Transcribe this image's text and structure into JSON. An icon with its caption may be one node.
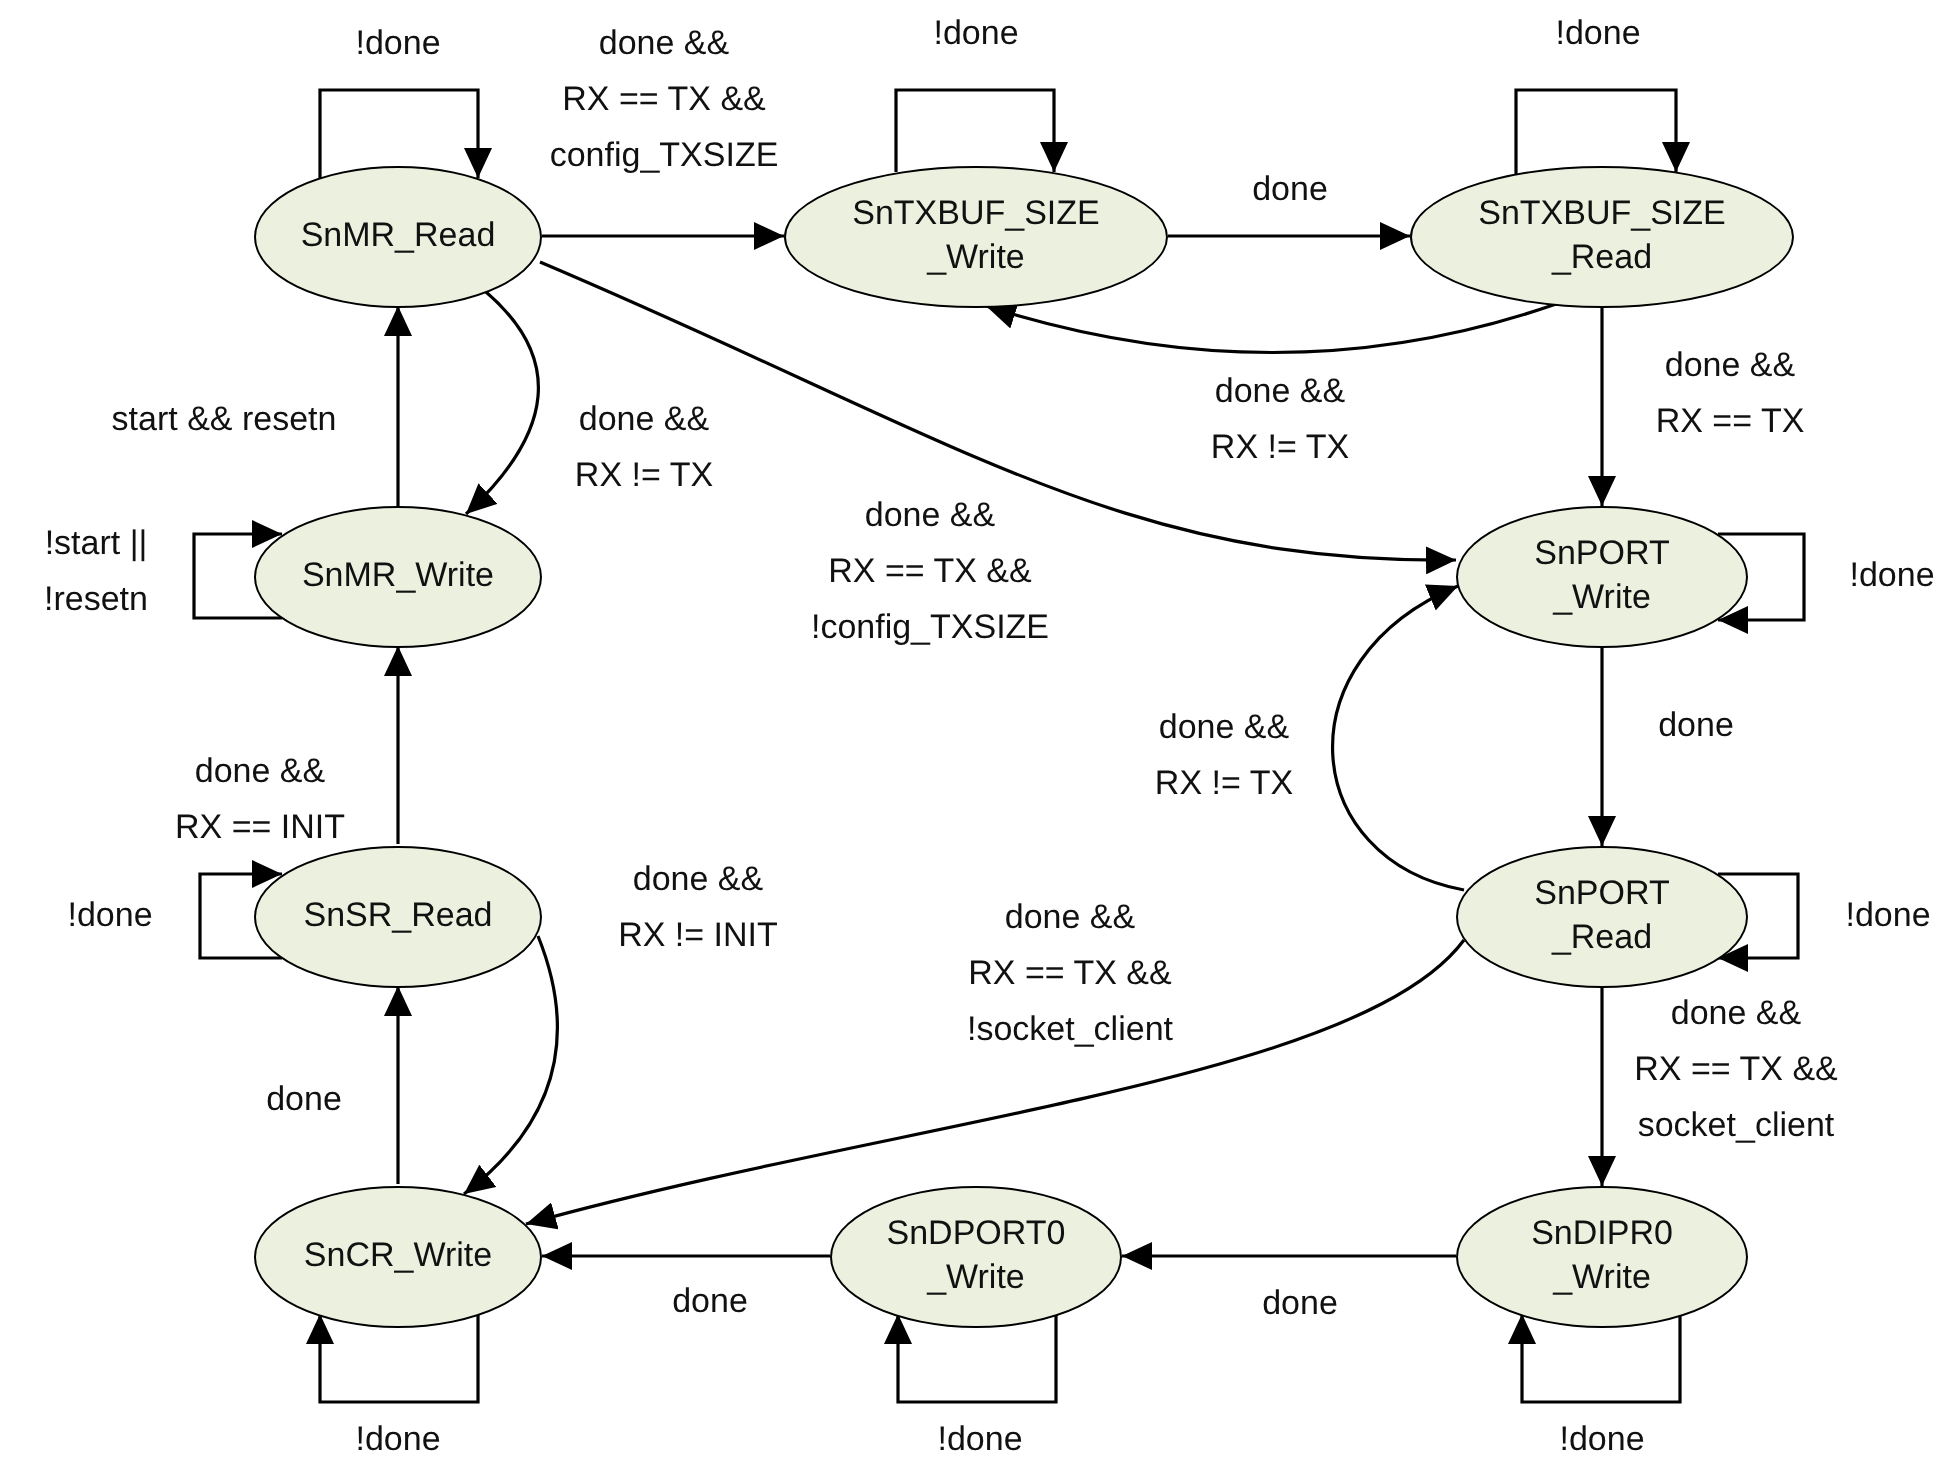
{
  "diagram": {
    "nodes": [
      {
        "text": [
          "SnMR_Read"
        ]
      },
      {
        "text": [
          "SnTXBUF_SIZE _Write"
        ]
      },
      {
        "text": [
          "SnTXBUF_SIZE _Read"
        ]
      },
      {
        "text": [
          "SnMR_Write"
        ]
      },
      {
        "text": [
          "SnPORT _Write"
        ]
      },
      {
        "text": [
          "SnSR_Read"
        ]
      },
      {
        "text": [
          "SnPORT _Read"
        ]
      },
      {
        "text": [
          "SnCR_Write"
        ]
      },
      {
        "text": [
          "SnDPORT0 _Write"
        ]
      },
      {
        "text": [
          "SnDIPR0 _Write"
        ]
      }
    ],
    "edges": [
      {
        "from": 0,
        "to": 0,
        "arrow": "to",
        "label": "!done"
      },
      {
        "from": 0,
        "to": 1,
        "arrow": "to",
        "label": "done && RX == TX && config_TXSIZE"
      },
      {
        "from": 1,
        "to": 1,
        "arrow": "to",
        "label": "!done"
      },
      {
        "from": 1,
        "to": 2,
        "arrow": "to",
        "label": "done"
      },
      {
        "from": 2,
        "to": 2,
        "arrow": "to",
        "label": "!done"
      },
      {
        "from": 2,
        "to": 1,
        "arrow": "to",
        "label": "done && RX != TX"
      },
      {
        "from": 2,
        "to": 4,
        "arrow": "to",
        "label": "done && RX == TX"
      },
      {
        "from": 0,
        "to": 4,
        "arrow": "to",
        "label": "done && RX == TX && !config_TXSIZE"
      },
      {
        "from": 0,
        "to": 3,
        "arrow": "to",
        "label": "done && RX != TX"
      },
      {
        "from": 3,
        "to": 0,
        "arrow": "to",
        "label": "start && resetn"
      },
      {
        "from": 3,
        "to": 3,
        "arrow": "to",
        "label": "!start || !resetn"
      },
      {
        "from": 4,
        "to": 4,
        "arrow": "to",
        "label": "!done"
      },
      {
        "from": 4,
        "to": 6,
        "arrow": "to",
        "label": "done"
      },
      {
        "from": 6,
        "to": 4,
        "arrow": "to",
        "label": "done && RX != TX"
      },
      {
        "from": 6,
        "to": 6,
        "arrow": "to",
        "label": "!done"
      },
      {
        "from": 6,
        "to": 9,
        "arrow": "to",
        "label": "done && RX == TX && socket_client"
      },
      {
        "from": 6,
        "to": 7,
        "arrow": "to",
        "label": "done && RX == TX && !socket_client"
      },
      {
        "from": 9,
        "to": 9,
        "arrow": "to",
        "label": "!done"
      },
      {
        "from": 9,
        "to": 8,
        "arrow": "to",
        "label": "done"
      },
      {
        "from": 8,
        "to": 8,
        "arrow": "to",
        "label": "!done"
      },
      {
        "from": 8,
        "to": 7,
        "arrow": "to",
        "label": "done"
      },
      {
        "from": 7,
        "to": 7,
        "arrow": "to",
        "label": "!done"
      },
      {
        "from": 7,
        "to": 5,
        "arrow": "to",
        "label": "done"
      },
      {
        "from": 5,
        "to": 5,
        "arrow": "to",
        "label": "!done"
      },
      {
        "from": 5,
        "to": 7,
        "arrow": "to",
        "label": "done && RX != INIT"
      },
      {
        "from": 5,
        "to": 3,
        "arrow": "to",
        "label": "done && RX == INIT"
      }
    ]
  }
}
